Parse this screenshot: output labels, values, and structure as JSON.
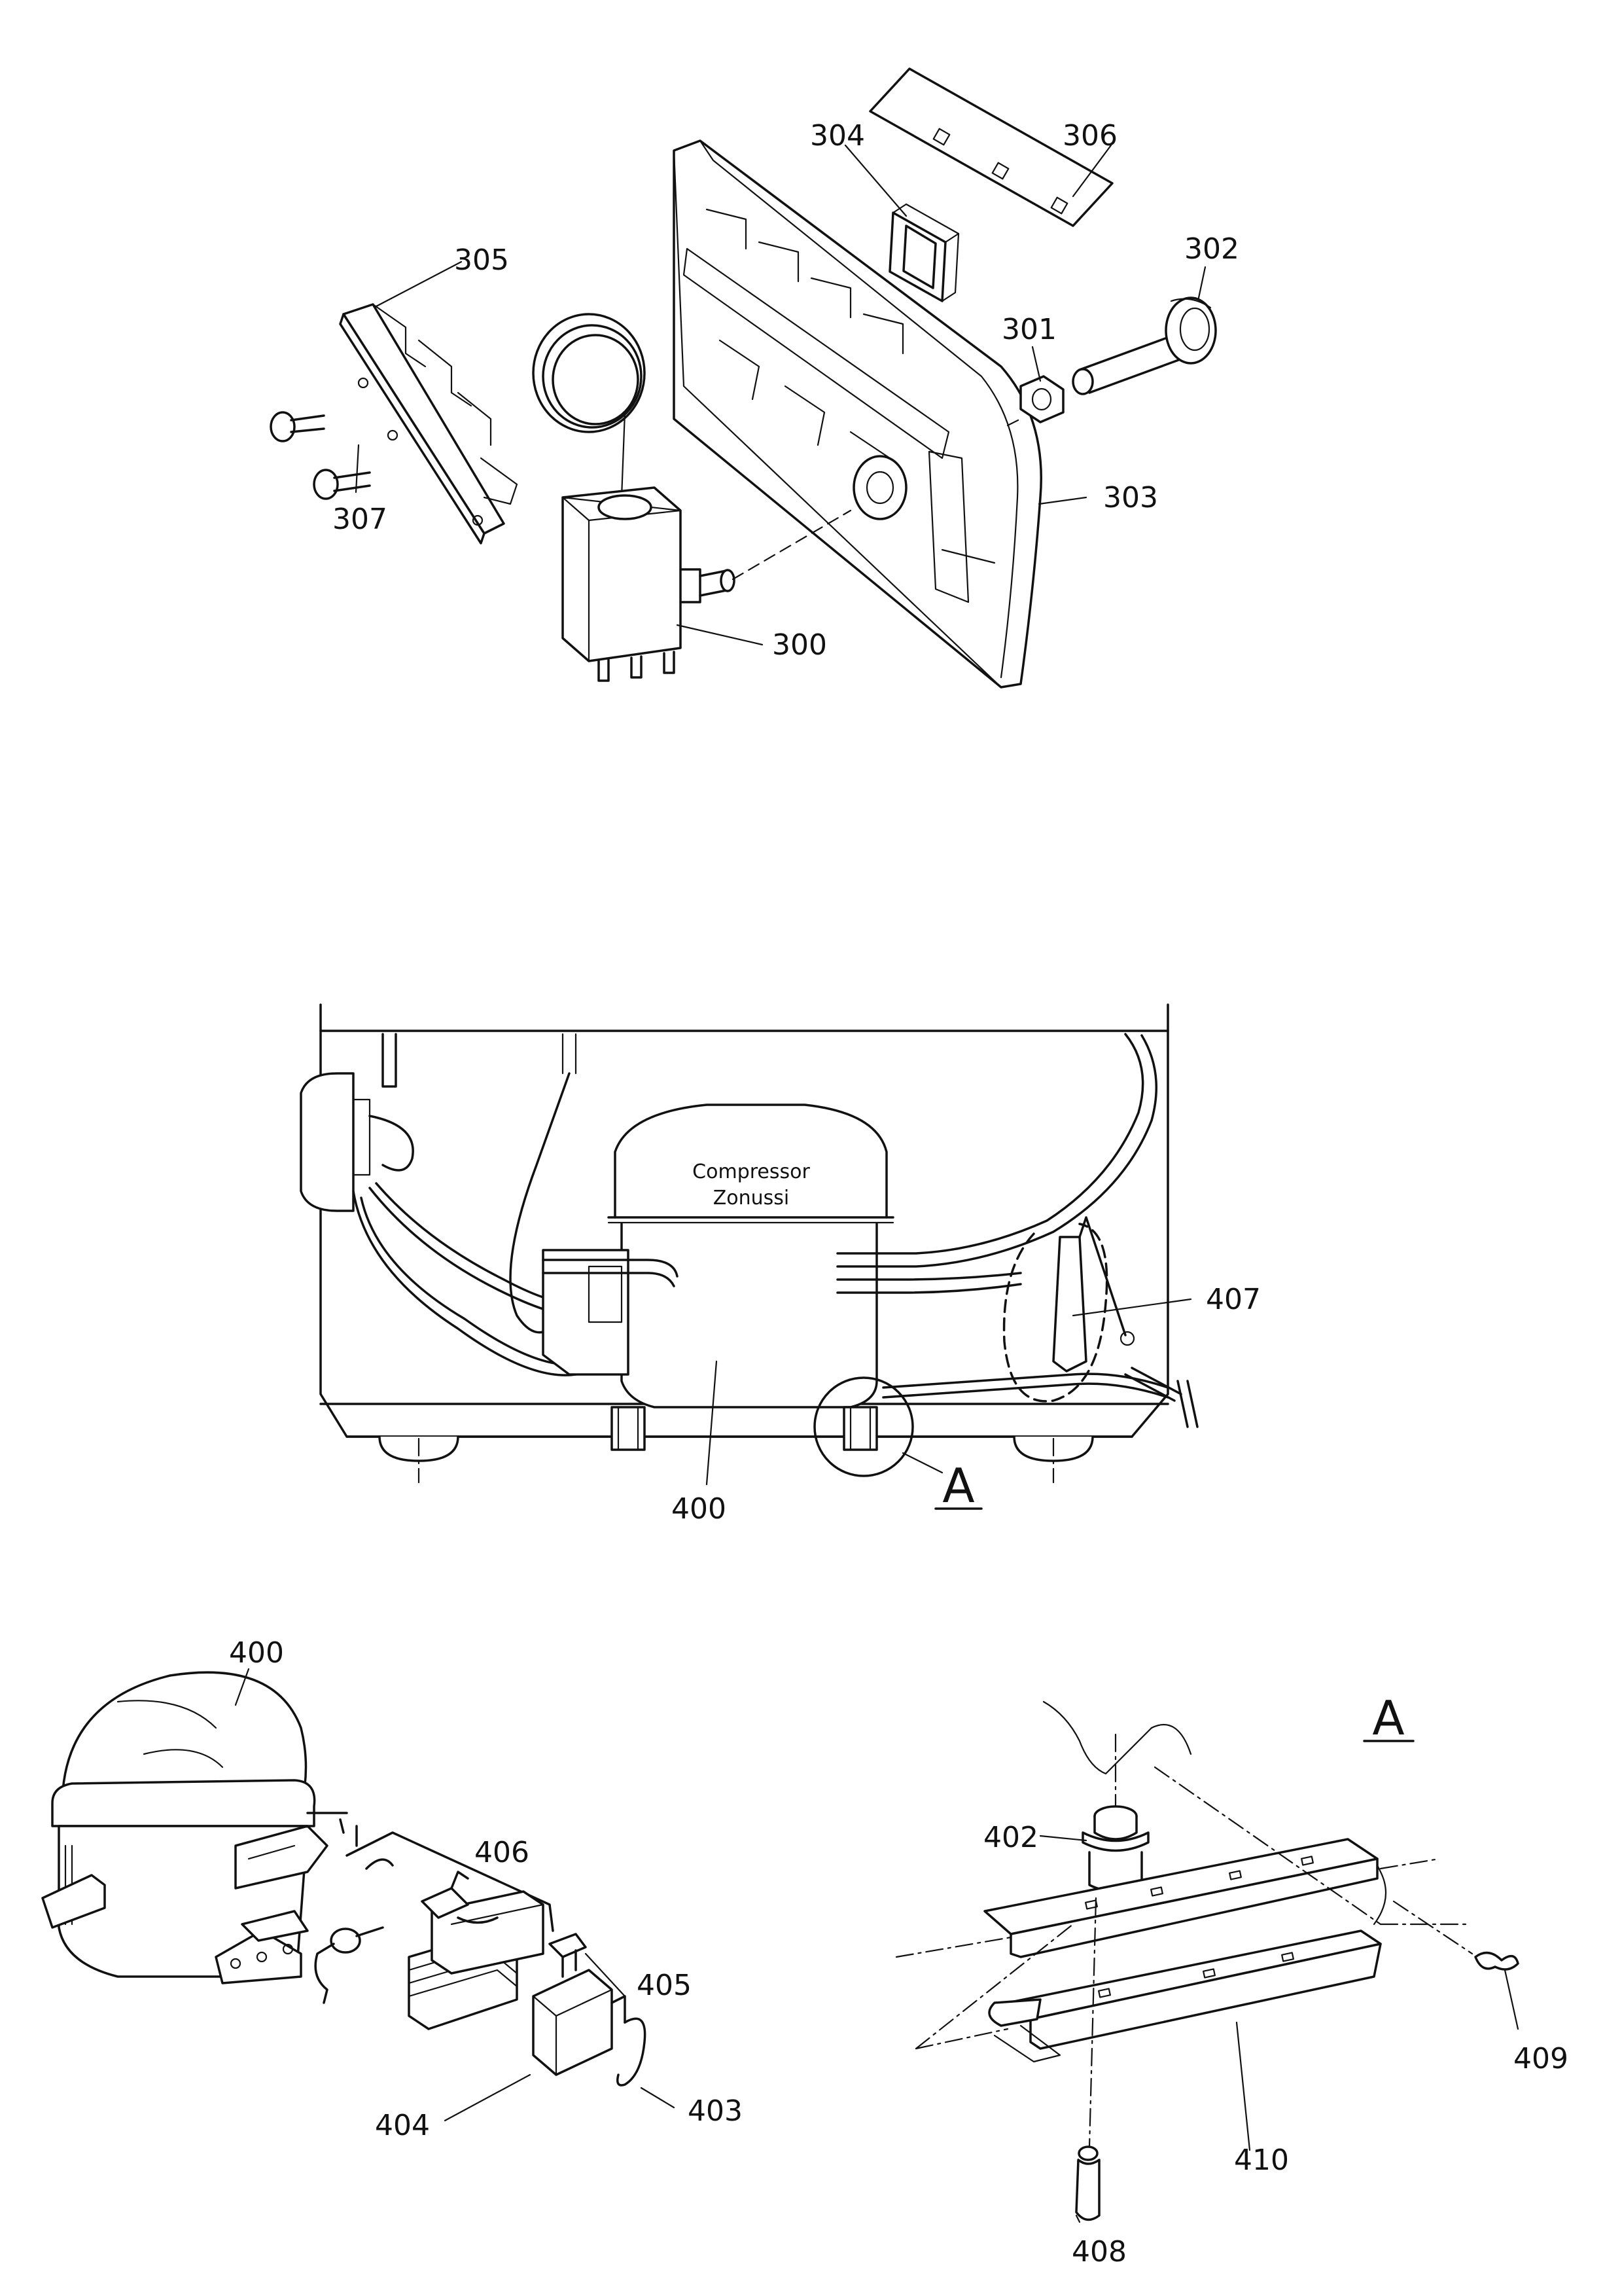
{
  "labels": {
    "p300": "300",
    "p301": "301",
    "p302": "302",
    "p303": "303",
    "p304": "304",
    "p305": "305",
    "p306": "306",
    "p307": "307",
    "p400_mid": "400",
    "p400_bottom": "400",
    "p402": "402",
    "p403": "403",
    "p404": "404",
    "p405": "405",
    "p406": "406",
    "p407": "407",
    "p408": "408",
    "p409": "409",
    "p410": "410",
    "detail_callout": "A",
    "detail_title": "A"
  },
  "compressor_plate": {
    "line1": "Compressor",
    "line2": "Zonussi"
  }
}
